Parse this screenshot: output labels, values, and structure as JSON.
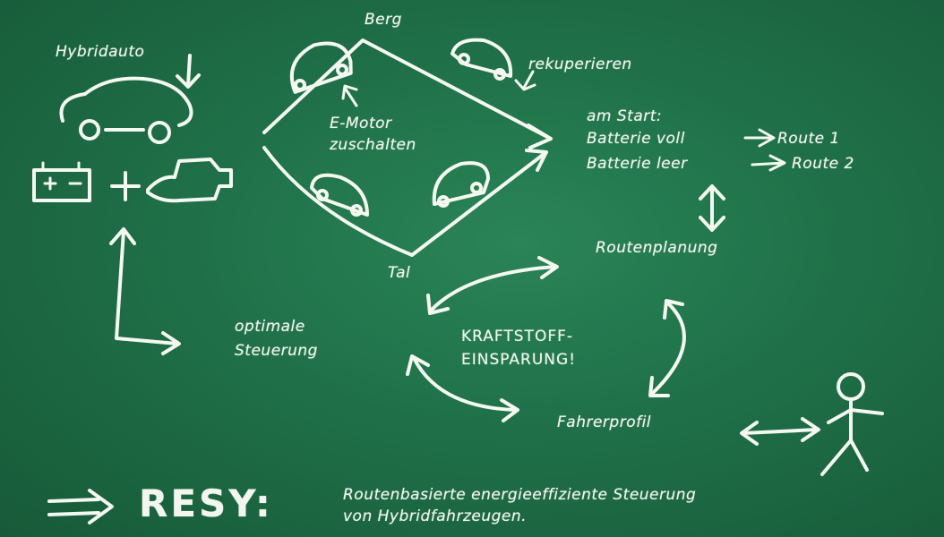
{
  "labels": {
    "hybridauto": "Hybridauto",
    "berg": "Berg",
    "rekuperieren": "rekuperieren",
    "e_motor": "E-Motor",
    "zuschalten": "zuschalten",
    "am_start": "am Start:",
    "batterie_voll": "Batterie voll",
    "route1": "Route 1",
    "batterie_leer": "Batterie leer",
    "route2": "Route 2",
    "routenplanung": "Routenplanung",
    "tal": "Tal",
    "optimale": "optimale",
    "steuerung": "Steuerung",
    "kraftstoff": "KRAFTSTOFF-",
    "einsparung": "EINSPARUNG!",
    "fahrerprofil": "Fahrerprofil"
  },
  "footer": {
    "arrow": "=>",
    "title": "RESY:",
    "line1": "Routenbasierte energieeffiziente Steuerung",
    "line2": "von Hybridfahrzeugen."
  },
  "colors": {
    "board": "#1f7048",
    "chalk": "#f2f6ee"
  }
}
